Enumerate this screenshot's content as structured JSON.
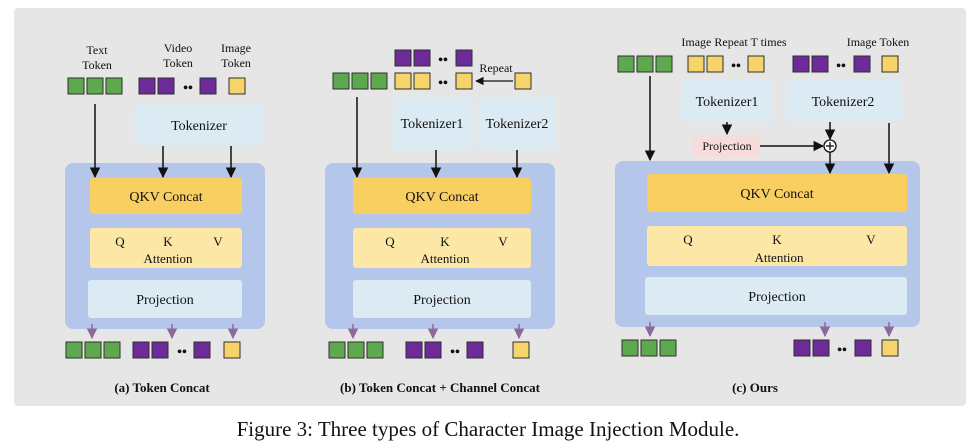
{
  "caption": "Figure 3: Three types of Character Image Injection Module.",
  "panels": {
    "a": {
      "subcaption": "(a) Token Concat",
      "text_token": [
        "Text",
        "Token"
      ],
      "video_token": [
        "Video",
        "Token"
      ],
      "image_token": [
        "Image",
        "Token"
      ],
      "tokenizer": "Tokenizer",
      "qkv_concat": "QKV Concat",
      "q": "Q",
      "k": "K",
      "v": "V",
      "attention": "Attention",
      "projection": "Projection",
      "dots": "••"
    },
    "b": {
      "subcaption": "(b) Token Concat + Channel Concat",
      "repeat": "Repeat",
      "tokenizer1": "Tokenizer1",
      "tokenizer2": "Tokenizer2",
      "qkv_concat": "QKV Concat",
      "q": "Q",
      "k": "K",
      "v": "V",
      "attention": "Attention",
      "projection": "Projection",
      "dots": "••"
    },
    "c": {
      "subcaption": "(c) Ours",
      "image_repeat": "Image Repeat T times",
      "image_token": "Image Token",
      "tokenizer1": "Tokenizer1",
      "tokenizer2": "Tokenizer2",
      "projection_small": "Projection",
      "qkv_concat": "QKV Concat",
      "q": "Q",
      "k": "K",
      "v": "V",
      "attention": "Attention",
      "projection": "Projection",
      "dots": "••"
    }
  },
  "colors": {
    "background": "#e6e6e6",
    "module": "#b4c6ea",
    "qkv": "#f9cf62",
    "attention": "#fde7a6",
    "projection": "#dcebf3",
    "tokenizer": "#dcebf3",
    "green": "#5ea84f",
    "purple": "#6d2b9a",
    "yellow": "#f7d46a",
    "projection_small": "#f8dcdc"
  }
}
